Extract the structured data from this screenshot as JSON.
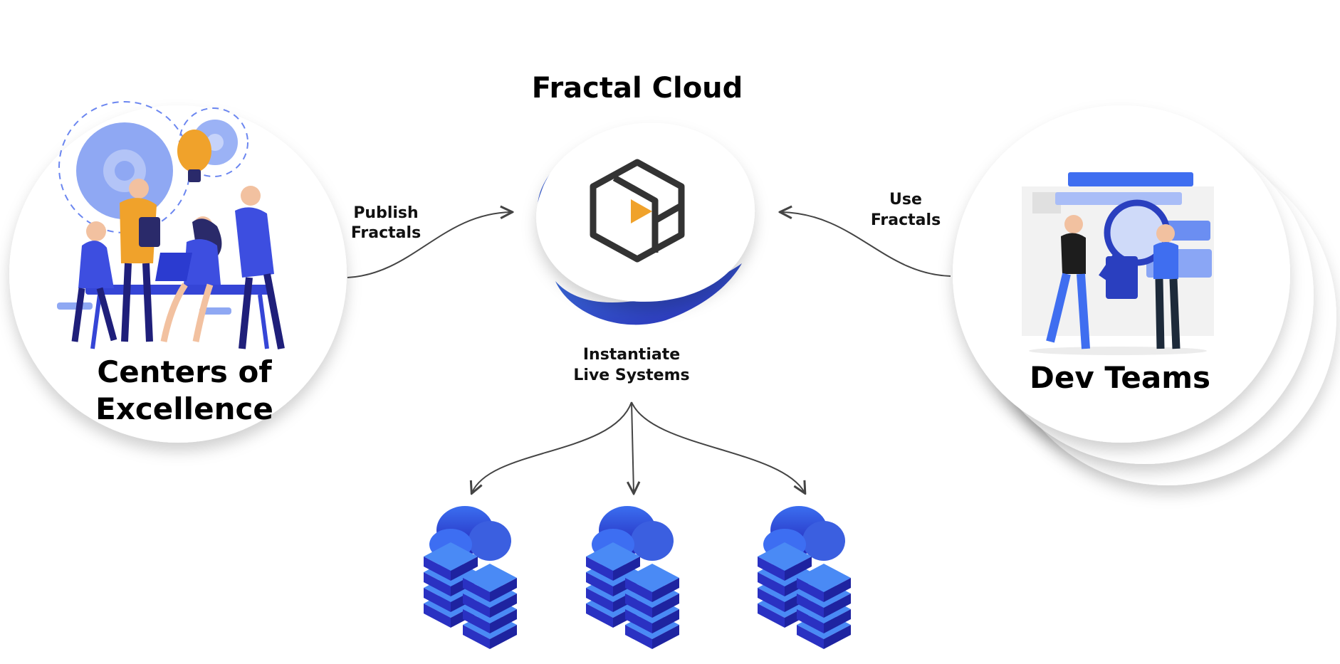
{
  "title": "Fractal Cloud",
  "centers": {
    "line1": "Centers of",
    "line2": "Excellence"
  },
  "dev_teams": "Dev Teams",
  "publish": {
    "line1": "Publish",
    "line2": "Fractals"
  },
  "use": {
    "line1": "Use",
    "line2": "Fractals"
  },
  "instantiate": {
    "line1": "Instantiate",
    "line2": "Live Systems"
  },
  "colors": {
    "brand_blue": "#2f3fd6",
    "accent_orange": "#f0a22b",
    "arrow": "#444444"
  }
}
